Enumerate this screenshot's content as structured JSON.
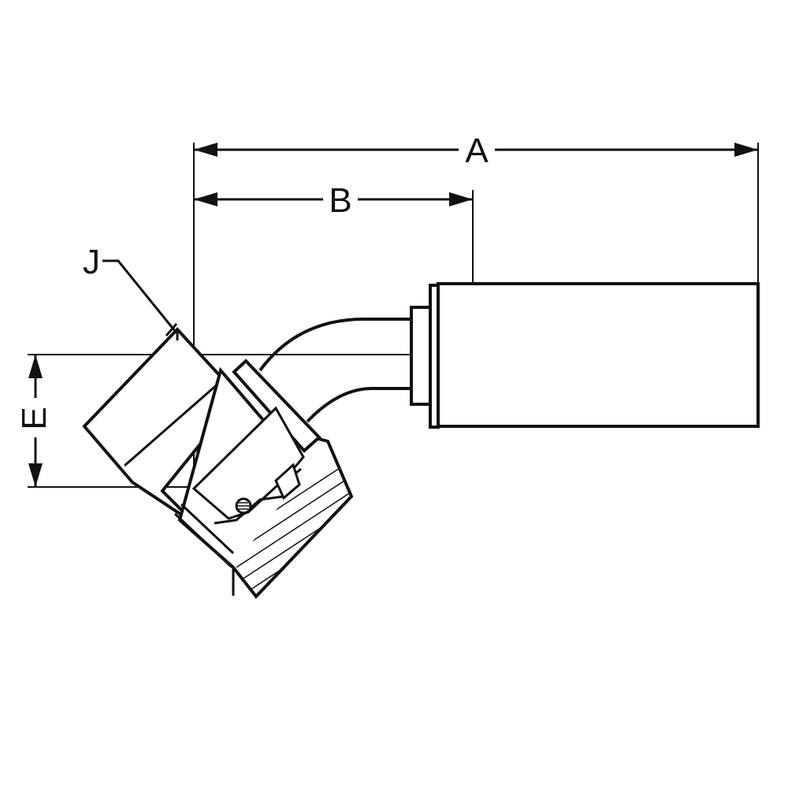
{
  "diagram": {
    "labels": {
      "a": "A",
      "b": "B",
      "e": "E",
      "j": "J"
    },
    "colors": {
      "stroke": "#111111",
      "background": "#ffffff",
      "label": "#111111"
    }
  }
}
